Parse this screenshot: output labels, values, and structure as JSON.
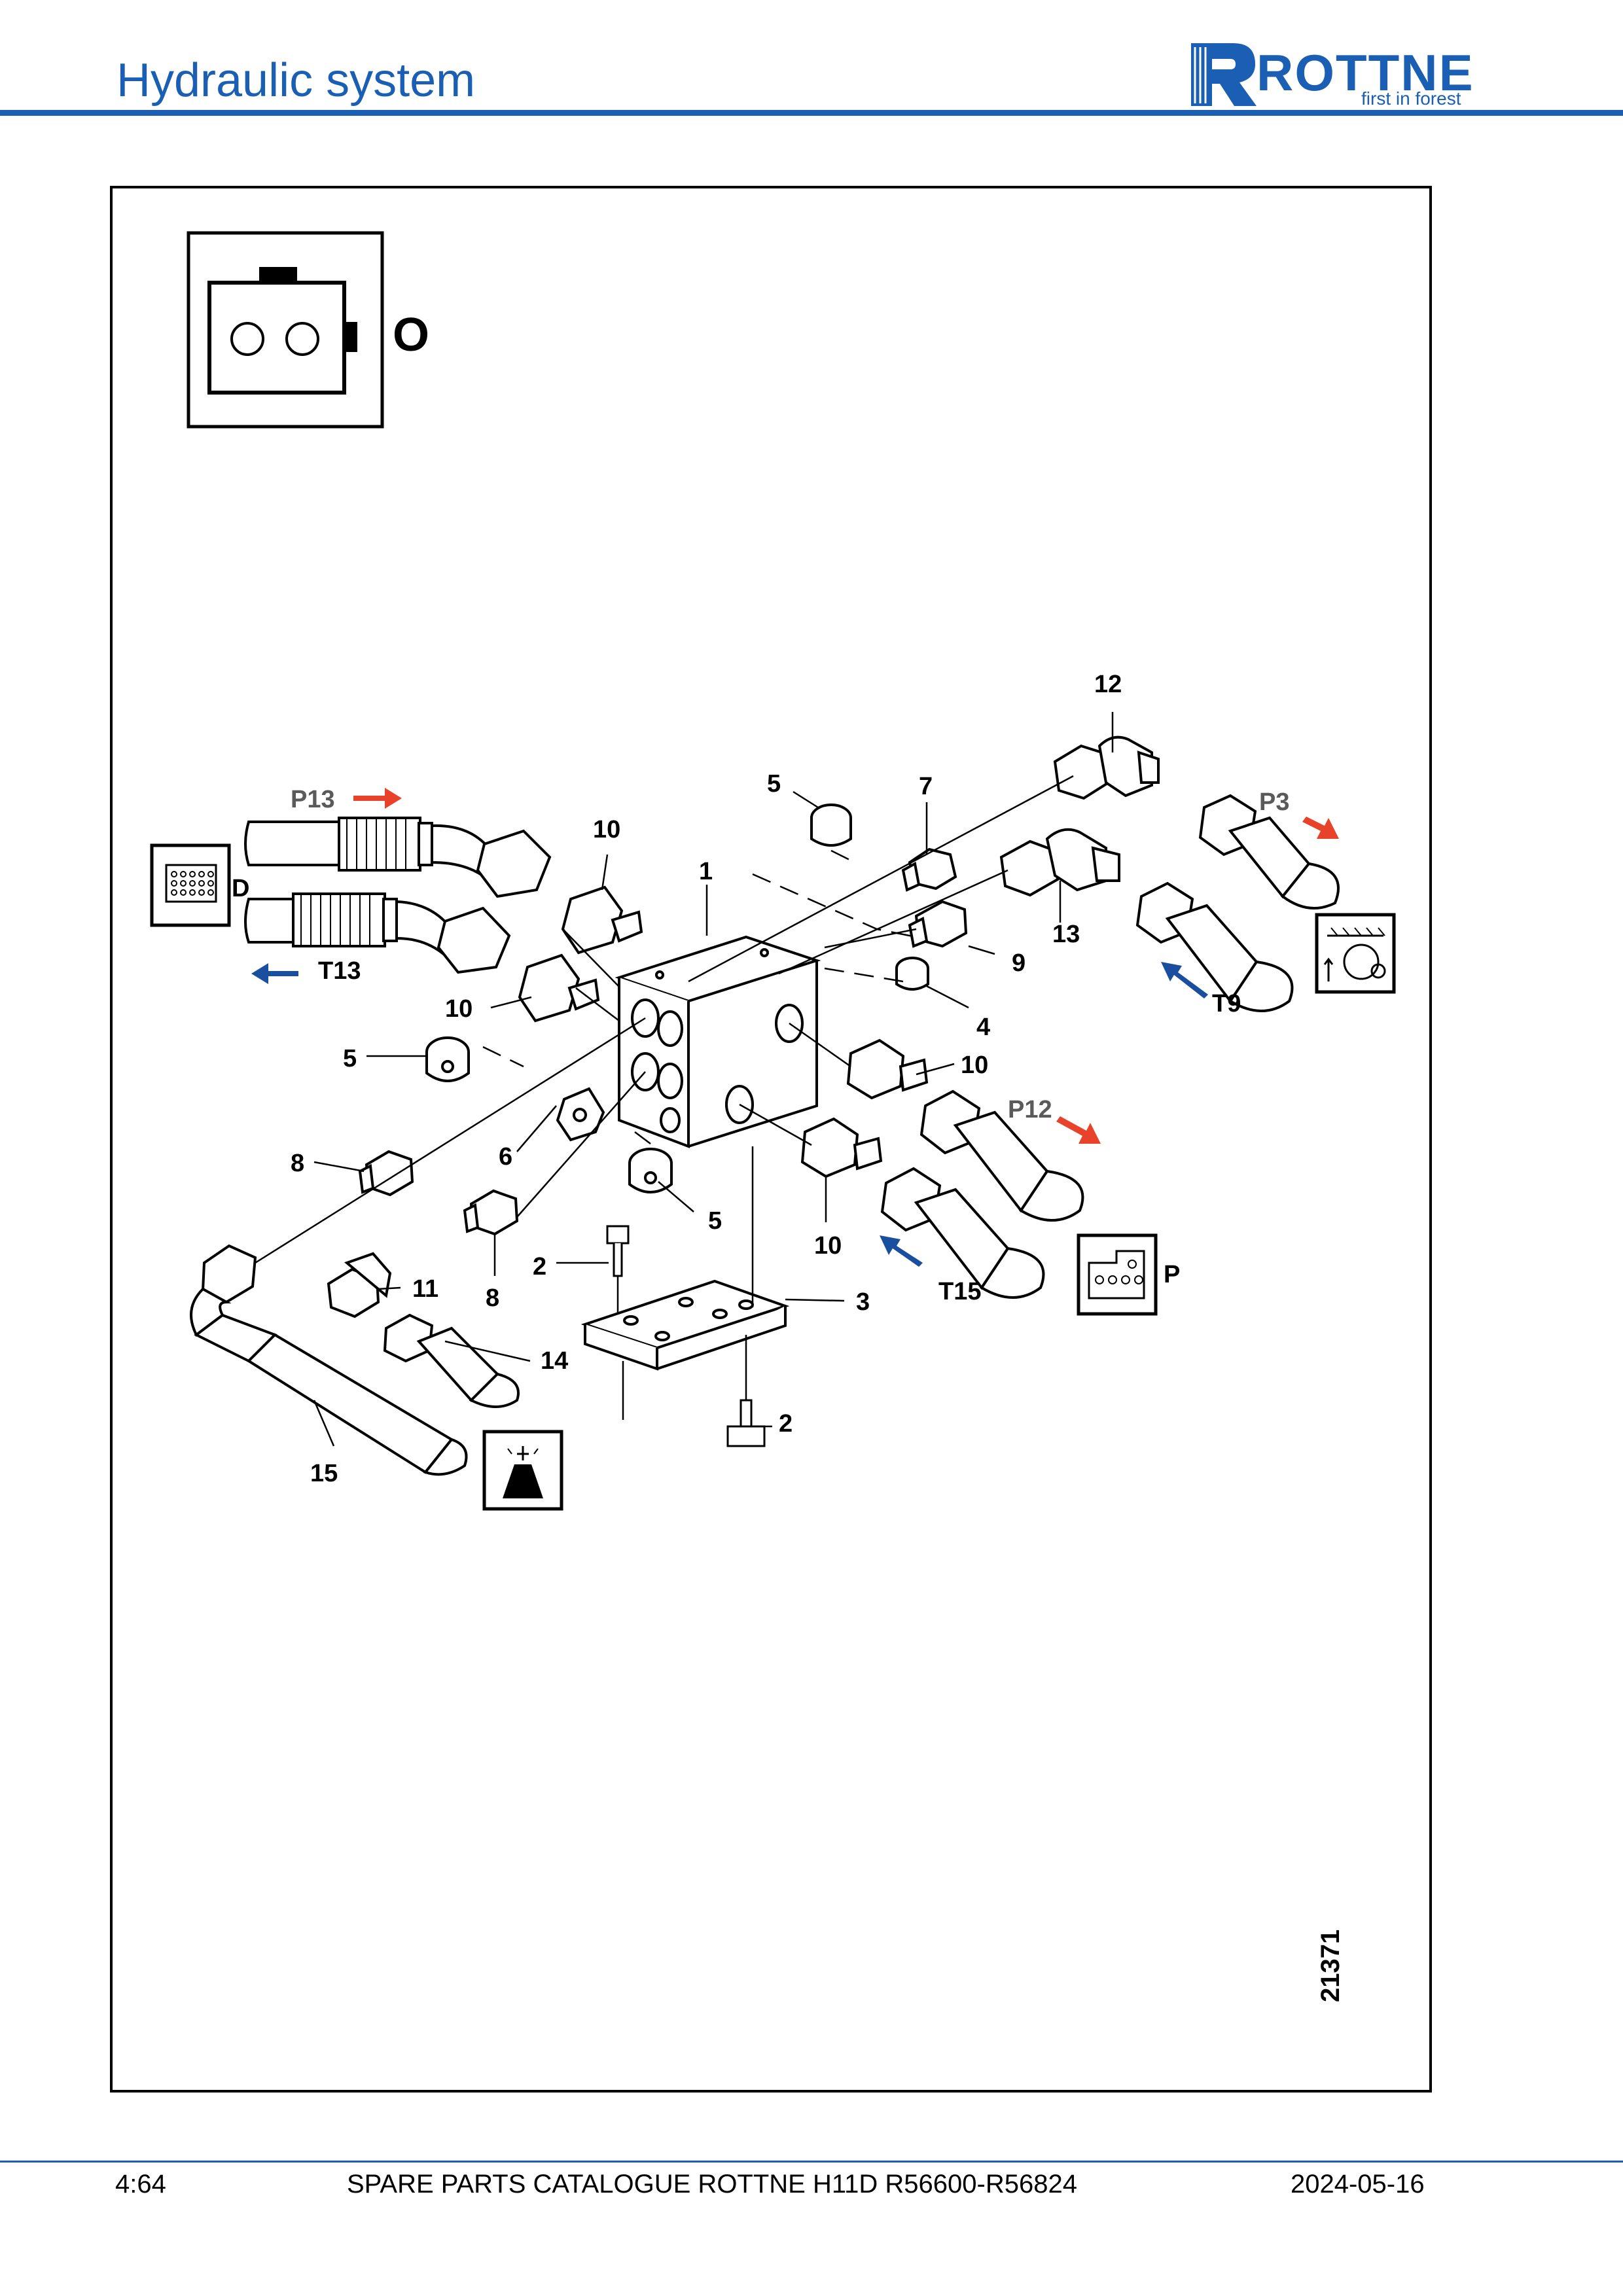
{
  "header": {
    "title": "Hydraulic system",
    "logo_text": "ROTTNE",
    "logo_tagline": "first in forest",
    "accent_color": "#1a5fb4"
  },
  "diagram": {
    "view_label": "O",
    "drawing_number": "21371",
    "connector_labels": [
      "D",
      "P"
    ],
    "callouts": [
      "1",
      "2",
      "2",
      "3",
      "4",
      "5",
      "5",
      "5",
      "6",
      "7",
      "8",
      "8",
      "9",
      "10",
      "10",
      "10",
      "10",
      "11",
      "12",
      "13",
      "14",
      "15"
    ],
    "ports": {
      "p13": "P13",
      "t13": "T13",
      "p3": "P3",
      "t9": "T9",
      "p12": "P12",
      "t15": "T15"
    },
    "colors": {
      "pressure_arrow": "#e8432a",
      "tank_arrow": "#1a4fa0"
    }
  },
  "footer": {
    "page": "4:64",
    "catalogue": "SPARE PARTS CATALOGUE ROTTNE H11D R56600-R56824",
    "date": "2024-05-16"
  }
}
